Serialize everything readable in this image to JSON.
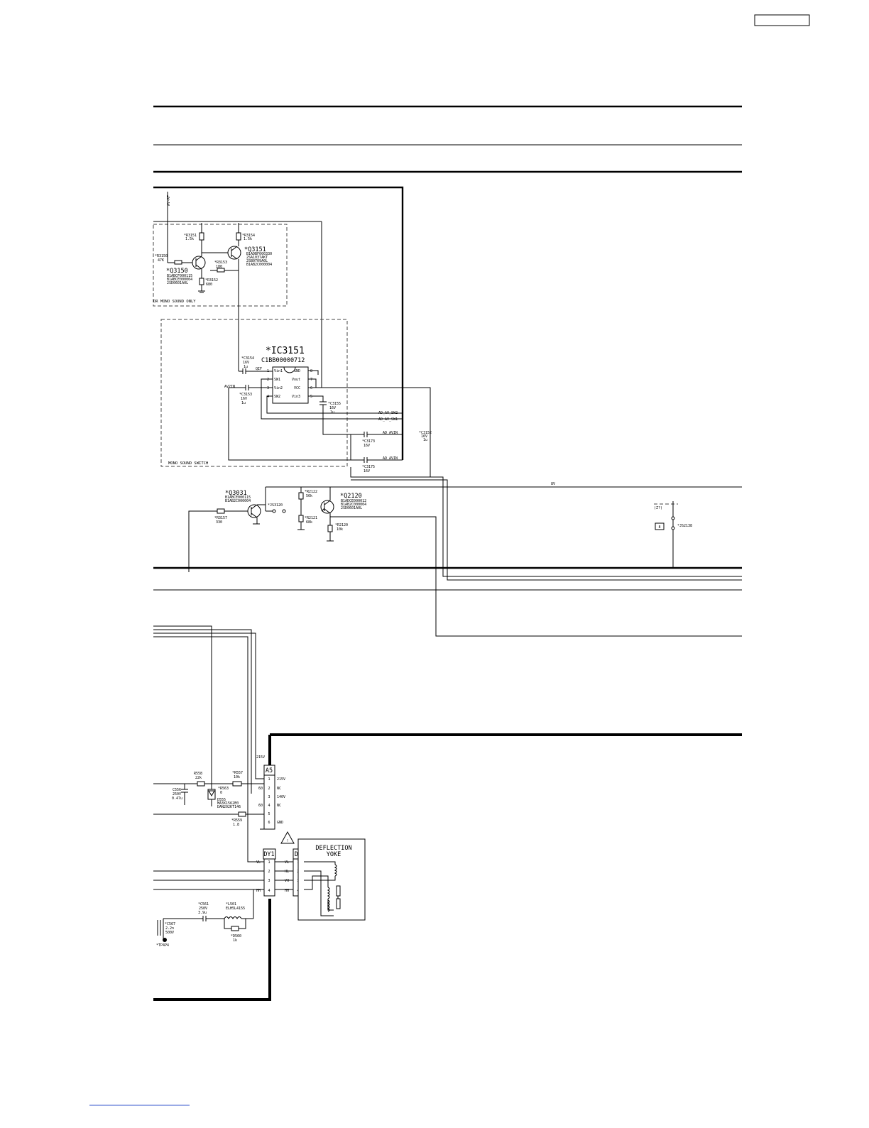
{
  "header": {
    "page_box_text": ""
  },
  "mono_sound_only": {
    "title": "OR MONO SOUND ONLY",
    "top_net": "AV-RF",
    "q3150": {
      "ref": "*Q3150",
      "parts": [
        "B1ABCF000115",
        "B1ABCE000004",
        "2SD0601A0L"
      ]
    },
    "q3151": {
      "ref": "*Q3151",
      "parts": [
        "B1ADBF000330",
        "2SA1037AKT",
        "2SB0709A0L",
        "B1AB2C000004"
      ]
    },
    "r3150": [
      "*R3150",
      "47K"
    ],
    "r3151": [
      "*R3151",
      "1.5k"
    ],
    "r3152": [
      "*R3152",
      "680"
    ],
    "r3153": [
      "*R3153",
      "180"
    ],
    "r3154": [
      "*R3154",
      "1.5k"
    ]
  },
  "mono_sound_switch": {
    "title": "MONO SOUND SWITCH",
    "ic": {
      "ref": "*IC3151",
      "part": "C1BB00000712"
    },
    "left_pins": [
      {
        "num": "1",
        "name": "Vin1"
      },
      {
        "num": "2",
        "name": "SW1"
      },
      {
        "num": "3",
        "name": "Vin2"
      },
      {
        "num": "4",
        "name": "SW2"
      }
    ],
    "right_pins": [
      {
        "num": "8",
        "name": "GND"
      },
      {
        "num": "7",
        "name": "Vout"
      },
      {
        "num": "6",
        "name": "VCC"
      },
      {
        "num": "5",
        "name": "Vin3"
      }
    ],
    "c3154": [
      "*C3154",
      "16V",
      "1u"
    ],
    "c3153": [
      "*C3153",
      "16V",
      "1u"
    ],
    "c3155": [
      "*C3155",
      "16V",
      "1u"
    ],
    "c3173": [
      "*C3173",
      "16V"
    ],
    "c3175": [
      "*C3175",
      "16V"
    ],
    "c3152": [
      "*C3152",
      "16V",
      "1u"
    ],
    "qif": "QIF",
    "av2in": "AV2IN",
    "nets": [
      "AD_AV_SW2",
      "AD_AV_SW1",
      "AD_AVIN",
      "AD_AVIN"
    ]
  },
  "amp": {
    "q3031": {
      "ref": "*Q3031",
      "parts": [
        "B1ABCE000115",
        "B1AB2C000004"
      ]
    },
    "q2120": {
      "ref": "*Q2120",
      "parts": [
        "B1ADCE000012",
        "B1AB2C000004",
        "2SD0601A0L"
      ]
    },
    "r3157": [
      "*R3157",
      "330"
    ],
    "r2122": [
      "*R2122",
      "56k"
    ],
    "r2121": [
      "*R2121",
      "68k"
    ],
    "r2120": [
      "*R2120",
      "10k"
    ],
    "js3120": "*JS3120",
    "net_8v": "8V",
    "js2138": "*JS2138",
    "small_box": "8",
    "small_label": "(Z?)"
  },
  "deflection": {
    "a5": {
      "ref": "A5",
      "v215": "215V",
      "pins": [
        {
          "num": "1",
          "name": "215V",
          "side": ""
        },
        {
          "num": "2",
          "name": "NC",
          "side": "60"
        },
        {
          "num": "3",
          "name": "140V",
          "side": ""
        },
        {
          "num": "4",
          "name": "NC",
          "side": "60"
        },
        {
          "num": "5",
          "name": "",
          "side": ""
        },
        {
          "num": "6",
          "name": "GND",
          "side": ""
        }
      ]
    },
    "r558": [
      "R558",
      "22k"
    ],
    "r557": [
      "*R557",
      "10k"
    ],
    "r563": [
      "*R563",
      "0"
    ],
    "c556": [
      "C556",
      "250V",
      "0.47u"
    ],
    "d555": [
      "D555",
      "MA3X1562E0",
      "DAN202KT146"
    ],
    "r559": [
      "*R559",
      "1.8"
    ],
    "dy1": {
      "ref": "DY1",
      "pins": [
        {
          "num": "1",
          "tag": "VL"
        },
        {
          "num": "2",
          "tag": ""
        },
        {
          "num": "3",
          "tag": ""
        },
        {
          "num": "4",
          "tag": "HH"
        }
      ]
    },
    "dy": {
      "ref": "DY",
      "pins": [
        {
          "num": "1",
          "tag": "VL"
        },
        {
          "num": "2",
          "tag": "HL"
        },
        {
          "num": "3",
          "tag": "VH"
        },
        {
          "num": "4",
          "tag": "HH"
        }
      ]
    },
    "yoke_title": "DEFLECTION",
    "yoke_sub": "YOKE",
    "c561": [
      "*C561",
      "250V",
      "3.9u"
    ],
    "l501": [
      "*L501",
      "ELH5L4155"
    ],
    "c567": [
      "*C567",
      "2.2n",
      "500V"
    ],
    "tp": "*TP4P4",
    "d560": [
      "*D560",
      "1k"
    ],
    "warning": "!"
  }
}
